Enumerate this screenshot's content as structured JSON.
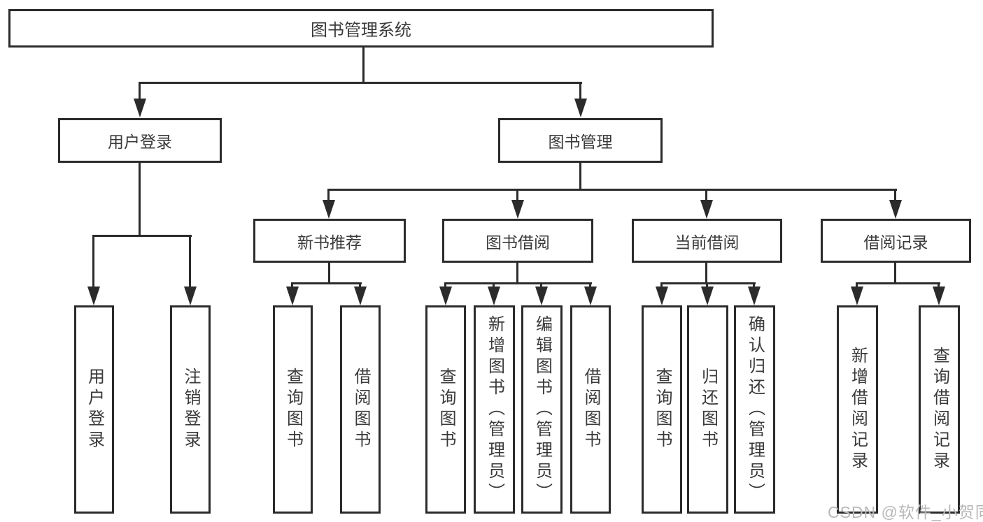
{
  "colors": {
    "line": "#2b2b2b",
    "text": "#3a3a3a",
    "box_fill": "#ffffff",
    "background": "#ffffff",
    "watermark": "#b8b8b8"
  },
  "watermark": {
    "text": "CSDN @软件_小贺同学"
  },
  "tree": {
    "root": {
      "label": "图书管理系统",
      "children": [
        {
          "label": "用户登录",
          "children": [
            {
              "label": "用户登录"
            },
            {
              "label": "注销登录"
            }
          ]
        },
        {
          "label": "图书管理",
          "children": [
            {
              "label": "新书推荐",
              "children": [
                {
                  "label": "查询图书"
                },
                {
                  "label": "借阅图书"
                }
              ]
            },
            {
              "label": "图书借阅",
              "children": [
                {
                  "label": "查询图书"
                },
                {
                  "label": "新增图书（管理员）"
                },
                {
                  "label": "编辑图书（管理员）"
                },
                {
                  "label": "借阅图书"
                }
              ]
            },
            {
              "label": "当前借阅",
              "children": [
                {
                  "label": "查询图书"
                },
                {
                  "label": "归还图书"
                },
                {
                  "label": "确认归还（管理员）"
                }
              ]
            },
            {
              "label": "借阅记录",
              "children": [
                {
                  "label": "新增借阅记录"
                },
                {
                  "label": "查询借阅记录"
                }
              ]
            }
          ]
        }
      ]
    }
  }
}
